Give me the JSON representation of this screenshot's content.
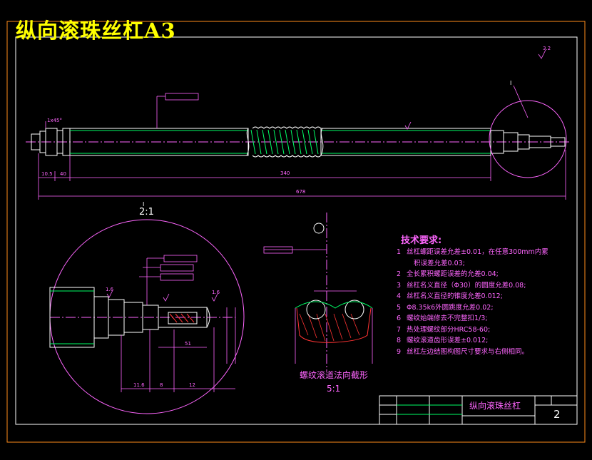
{
  "sheet_title": "纵向滚珠丝杠A3",
  "views": {
    "detail_I_label": "I",
    "detail_I_scale": "2:1",
    "section_label": "螺纹滚道法向截形",
    "section_scale": "5:1"
  },
  "dimensions": {
    "overall_length": "678",
    "thread_length": "340",
    "left_len_1": "10.5",
    "left_len_2": "40",
    "detail_1": "11.6",
    "detail_2": "8",
    "detail_3": "12",
    "detail_4": "51",
    "chamfer": "1x45°",
    "ra_1": "1.6",
    "ra_2": "3.2"
  },
  "technical_requirements": {
    "title": "技术要求:",
    "items": [
      {
        "num": "1",
        "text": "丝杠螺距误差允差±0.01，在任意300mm内累",
        "cont": "积误差允差0.03;"
      },
      {
        "num": "2",
        "text": "全长累积螺距误差的允差0.04;"
      },
      {
        "num": "3",
        "text": "丝杠名义直径（Φ30）的圆度允差0.08;"
      },
      {
        "num": "4",
        "text": "丝杠名义直径的锥度允差0.012;"
      },
      {
        "num": "5",
        "text": "Φ8.35k6外圆跳度允差0.02;"
      },
      {
        "num": "6",
        "text": "螺纹始端修去不完整扣1/3;"
      },
      {
        "num": "7",
        "text": "热处理螺纹部分HRC58-60;"
      },
      {
        "num": "8",
        "text": "螺纹滚道齿形误差±0.012;"
      },
      {
        "num": "9",
        "text": "丝杠左边结图构图尺寸要求与右侧相同。"
      }
    ]
  },
  "title_block": {
    "part_name": "纵向滚珠丝杠",
    "sheet_no": "2"
  },
  "colors": {
    "frame": "#ff8c1a",
    "outline": "#ffffff",
    "dimension": "#ff66ff",
    "thread": "#00ff66",
    "title": "#ffff00",
    "hatch": "#ff3333"
  }
}
